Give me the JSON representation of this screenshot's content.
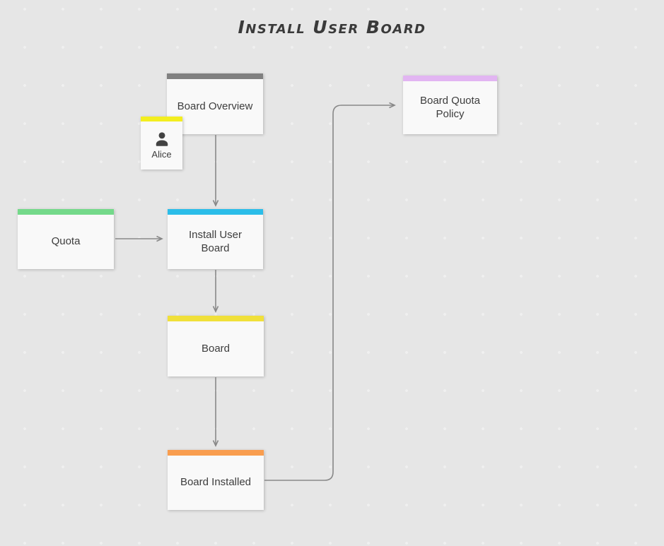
{
  "title": "Install User Board",
  "nodes": [
    {
      "id": "board-overview",
      "label": "Board Overview",
      "accent": "#808080"
    },
    {
      "id": "alice",
      "label": "Alice",
      "accent": "#f3ee20",
      "icon": "person-icon"
    },
    {
      "id": "quota",
      "label": "Quota",
      "accent": "#74d98a"
    },
    {
      "id": "install-user-board",
      "label": "Install User Board",
      "accent": "#2bbde9"
    },
    {
      "id": "board",
      "label": "Board",
      "accent": "#f0e03a"
    },
    {
      "id": "board-installed",
      "label": "Board Installed",
      "accent": "#f99d4e"
    },
    {
      "id": "board-quota-policy",
      "label": "Board Quota Policy",
      "accent": "#e2b5f2"
    }
  ],
  "connectors": [
    {
      "from": "board-overview",
      "to": "install-user-board",
      "style": "straight-down"
    },
    {
      "from": "quota",
      "to": "install-user-board",
      "style": "straight-right"
    },
    {
      "from": "install-user-board",
      "to": "board",
      "style": "straight-down"
    },
    {
      "from": "board",
      "to": "board-installed",
      "style": "straight-down"
    },
    {
      "from": "board-installed",
      "to": "board-quota-policy",
      "style": "elbow-right-up-right"
    }
  ],
  "colors": {
    "background": "#e6e6e6",
    "grid_dot": "#f0f0f0",
    "node_body": "#f9f9f9",
    "node_text": "#3d3d3d",
    "connector": "#888888",
    "title_text": "#3a3a3a",
    "person_icon": "#424242"
  }
}
